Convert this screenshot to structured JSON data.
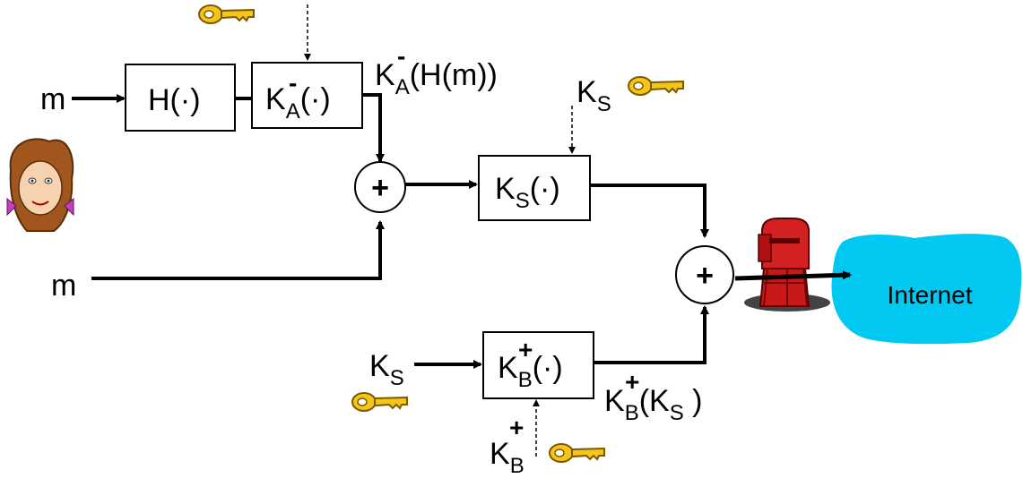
{
  "inputs": {
    "m_top": "m",
    "m_bottom": "m"
  },
  "blocks": {
    "hash": "H(·)",
    "priv_sign": {
      "base": "K",
      "sup": "-",
      "sub": "A",
      "arg": "(·)"
    },
    "sym_enc": {
      "base": "K",
      "sub": "S",
      "arg": "(·)"
    },
    "pub_enc": {
      "base": "K",
      "sup": "+",
      "sub": "B",
      "arg": "(·)"
    }
  },
  "labels": {
    "signed_hash": {
      "base": "K",
      "sup": "-",
      "sub": "A",
      "arg": "(H(m))"
    },
    "ks_top": {
      "base": "K",
      "sub": "S"
    },
    "ks_left": {
      "base": "K",
      "sub": "S"
    },
    "kb_pub": {
      "base": "K",
      "sup": "+",
      "sub": "B"
    },
    "encrypted_key": {
      "base": "K",
      "sup": "+",
      "sub": "B",
      "arg": "(K",
      "sub2": "S",
      "close": " )"
    }
  },
  "operators": {
    "plus": "+"
  },
  "cloud": {
    "label": "Internet",
    "color": "#00c8f0"
  },
  "icons": [
    "key-icon",
    "girl-icon",
    "mailbox-icon"
  ],
  "colors": {
    "key": "#f5c518",
    "mailbox": "#d42020",
    "stroke": "#000000"
  }
}
